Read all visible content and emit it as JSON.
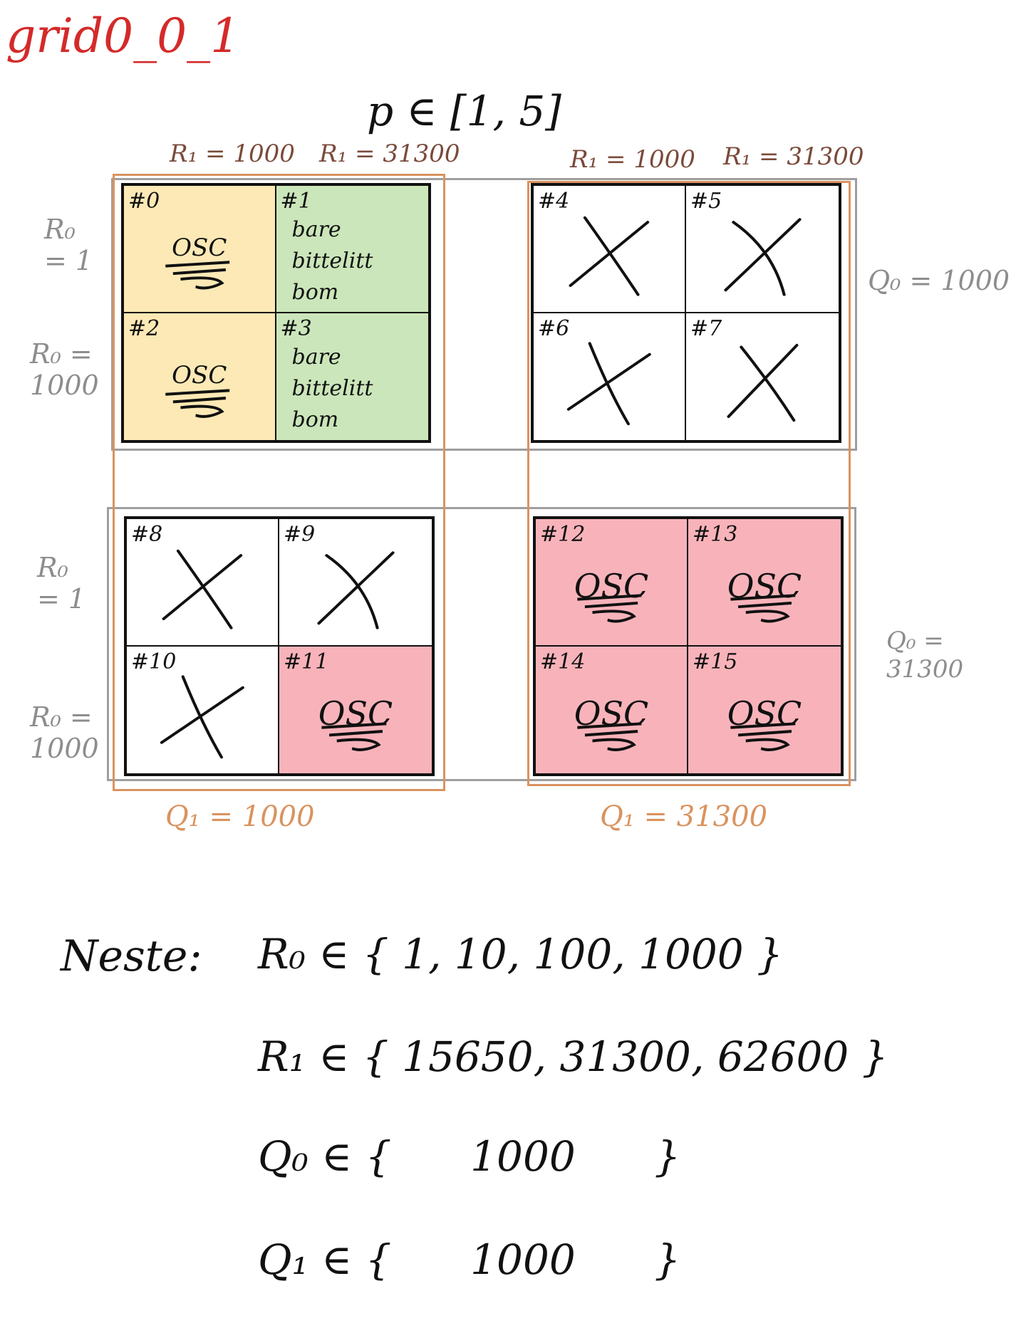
{
  "title": "grid0_0_1",
  "p_range": "p ∈ [1, 5]",
  "top_labels": {
    "left_r1_a": "R₁ = 1000",
    "left_r1_b": "R₁ = 31300",
    "right_r1_a": "R₁ = 1000",
    "right_r1_b": "R₁ = 31300"
  },
  "left_labels": {
    "top_r0_a": "R₀ = 1",
    "top_r0_b": "R₀ = 1000",
    "bottom_r0_a": "R₀ = 1",
    "bottom_r0_b": "R₀ = 1000"
  },
  "right_labels": {
    "q0_top": "Q₀ = 1000",
    "q0_bottom": "Q₀ = 31300"
  },
  "bottom_labels": {
    "q1_left": "Q₁ = 1000",
    "q1_right": "Q₁ = 31300"
  },
  "cells": [
    {
      "num": "#0",
      "kind": "osc",
      "text": "OSC",
      "fill": "yellow"
    },
    {
      "num": "#1",
      "kind": "note",
      "text": "bare\nbittelitt\nbom",
      "fill": "green"
    },
    {
      "num": "#2",
      "kind": "osc",
      "text": "OSC",
      "fill": "yellow"
    },
    {
      "num": "#3",
      "kind": "note",
      "text": "bare\nbittelitt\nbom",
      "fill": "green"
    },
    {
      "num": "#4",
      "kind": "x"
    },
    {
      "num": "#5",
      "kind": "x"
    },
    {
      "num": "#6",
      "kind": "x"
    },
    {
      "num": "#7",
      "kind": "x"
    },
    {
      "num": "#8",
      "kind": "x"
    },
    {
      "num": "#9",
      "kind": "x"
    },
    {
      "num": "#10",
      "kind": "x"
    },
    {
      "num": "#11",
      "kind": "osc",
      "text": "OSC",
      "fill": "red"
    },
    {
      "num": "#12",
      "kind": "osc",
      "text": "OSC",
      "fill": "red"
    },
    {
      "num": "#13",
      "kind": "osc",
      "text": "OSC",
      "fill": "red"
    },
    {
      "num": "#14",
      "kind": "osc",
      "text": "OSC",
      "fill": "red"
    },
    {
      "num": "#15",
      "kind": "osc",
      "text": "OSC",
      "fill": "red"
    }
  ],
  "next": {
    "label": "Neste:",
    "rows": [
      {
        "var": "R₀",
        "set": "∈ { 1, 10, 100, 1000 }"
      },
      {
        "var": "R₁",
        "set": "∈ { 15650, 31300, 62600 }"
      },
      {
        "var": "Q₀",
        "set": "∈ {      1000      }"
      },
      {
        "var": "Q₁",
        "set": "∈ {      1000      }"
      }
    ]
  },
  "colors": {
    "title": "#d42a2a",
    "yellow": "#fad778",
    "green": "#a0d282",
    "red": "#f4808c",
    "orange_frame": "#d9935f",
    "gray_frame": "#9e9e9e"
  }
}
